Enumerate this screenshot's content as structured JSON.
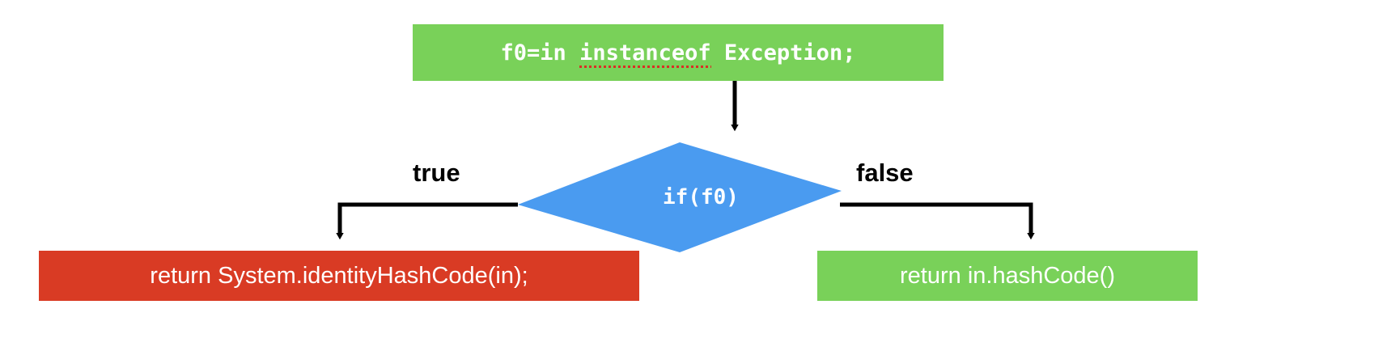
{
  "diagram": {
    "type": "flowchart",
    "title": "Java instanceof branch flowchart",
    "background_color": "#ffffff",
    "colors": {
      "green": "#79d159",
      "red": "#d93b24",
      "blue": "#4a9bf0",
      "connector": "#000000",
      "spellcheck_underline": "#d93025",
      "node_text": "#ffffff",
      "label_text": "#000000"
    }
  },
  "nodes": {
    "assignment": {
      "shape": "rectangle",
      "color": "#79d159",
      "text_prefix": "f0=in ",
      "text_flagged": "instanceof",
      "text_suffix": " Exception;",
      "full_text": "f0=in instanceof Exception;",
      "font": "monospace",
      "spellcheck_flagged": true
    },
    "decision": {
      "shape": "diamond",
      "color": "#4a9bf0",
      "text": "if(f0)",
      "font": "monospace"
    },
    "true_branch": {
      "shape": "rectangle",
      "color": "#d93b24",
      "text": "return System.identityHashCode(in);",
      "font": "sans-serif"
    },
    "false_branch": {
      "shape": "rectangle",
      "color": "#79d159",
      "text": "return in.hashCode()",
      "font": "sans-serif"
    }
  },
  "edges": {
    "assignment_to_decision": {
      "label": ""
    },
    "decision_to_true": {
      "label": "true"
    },
    "decision_to_false": {
      "label": "false"
    }
  }
}
